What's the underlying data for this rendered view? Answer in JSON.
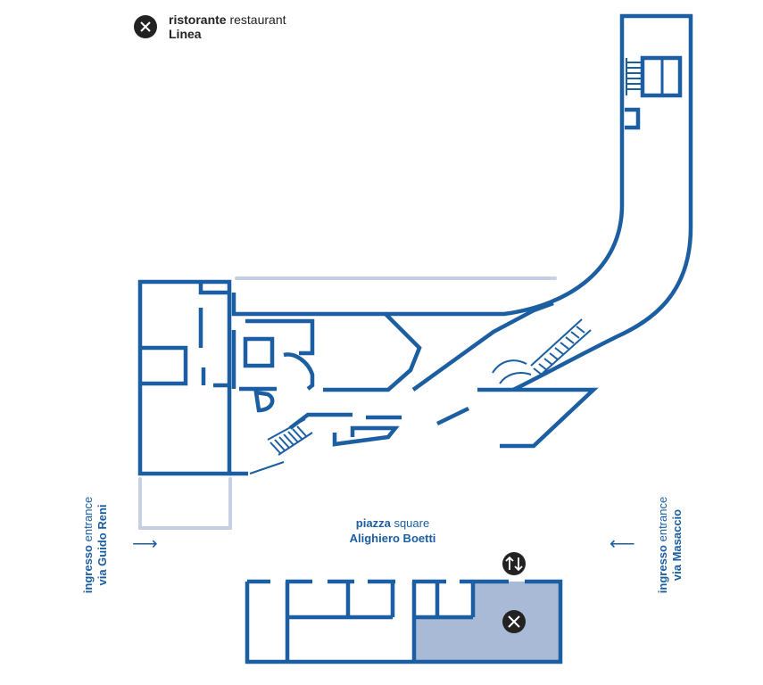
{
  "legend": {
    "icon": "restaurant-icon",
    "label_it": "ristorante",
    "label_en": "restaurant",
    "name": "Linea"
  },
  "entrances": {
    "west": {
      "label_it": "ingresso",
      "label_en": "entrance",
      "street": "via Guido Reni"
    },
    "east": {
      "label_it": "ingresso",
      "label_en": "entrance",
      "street": "via Masaccio"
    }
  },
  "plaza": {
    "label_it": "piazza",
    "label_en": "square",
    "name": "Alighiero Boetti"
  },
  "icons": {
    "elevator": "elevator-up-down-icon",
    "restaurant_marker": "restaurant-icon"
  },
  "colors": {
    "wall": "#1b5ea1",
    "light_wall": "#c5d0e3",
    "highlight": "#a9bad7",
    "icon_dark": "#222222"
  }
}
